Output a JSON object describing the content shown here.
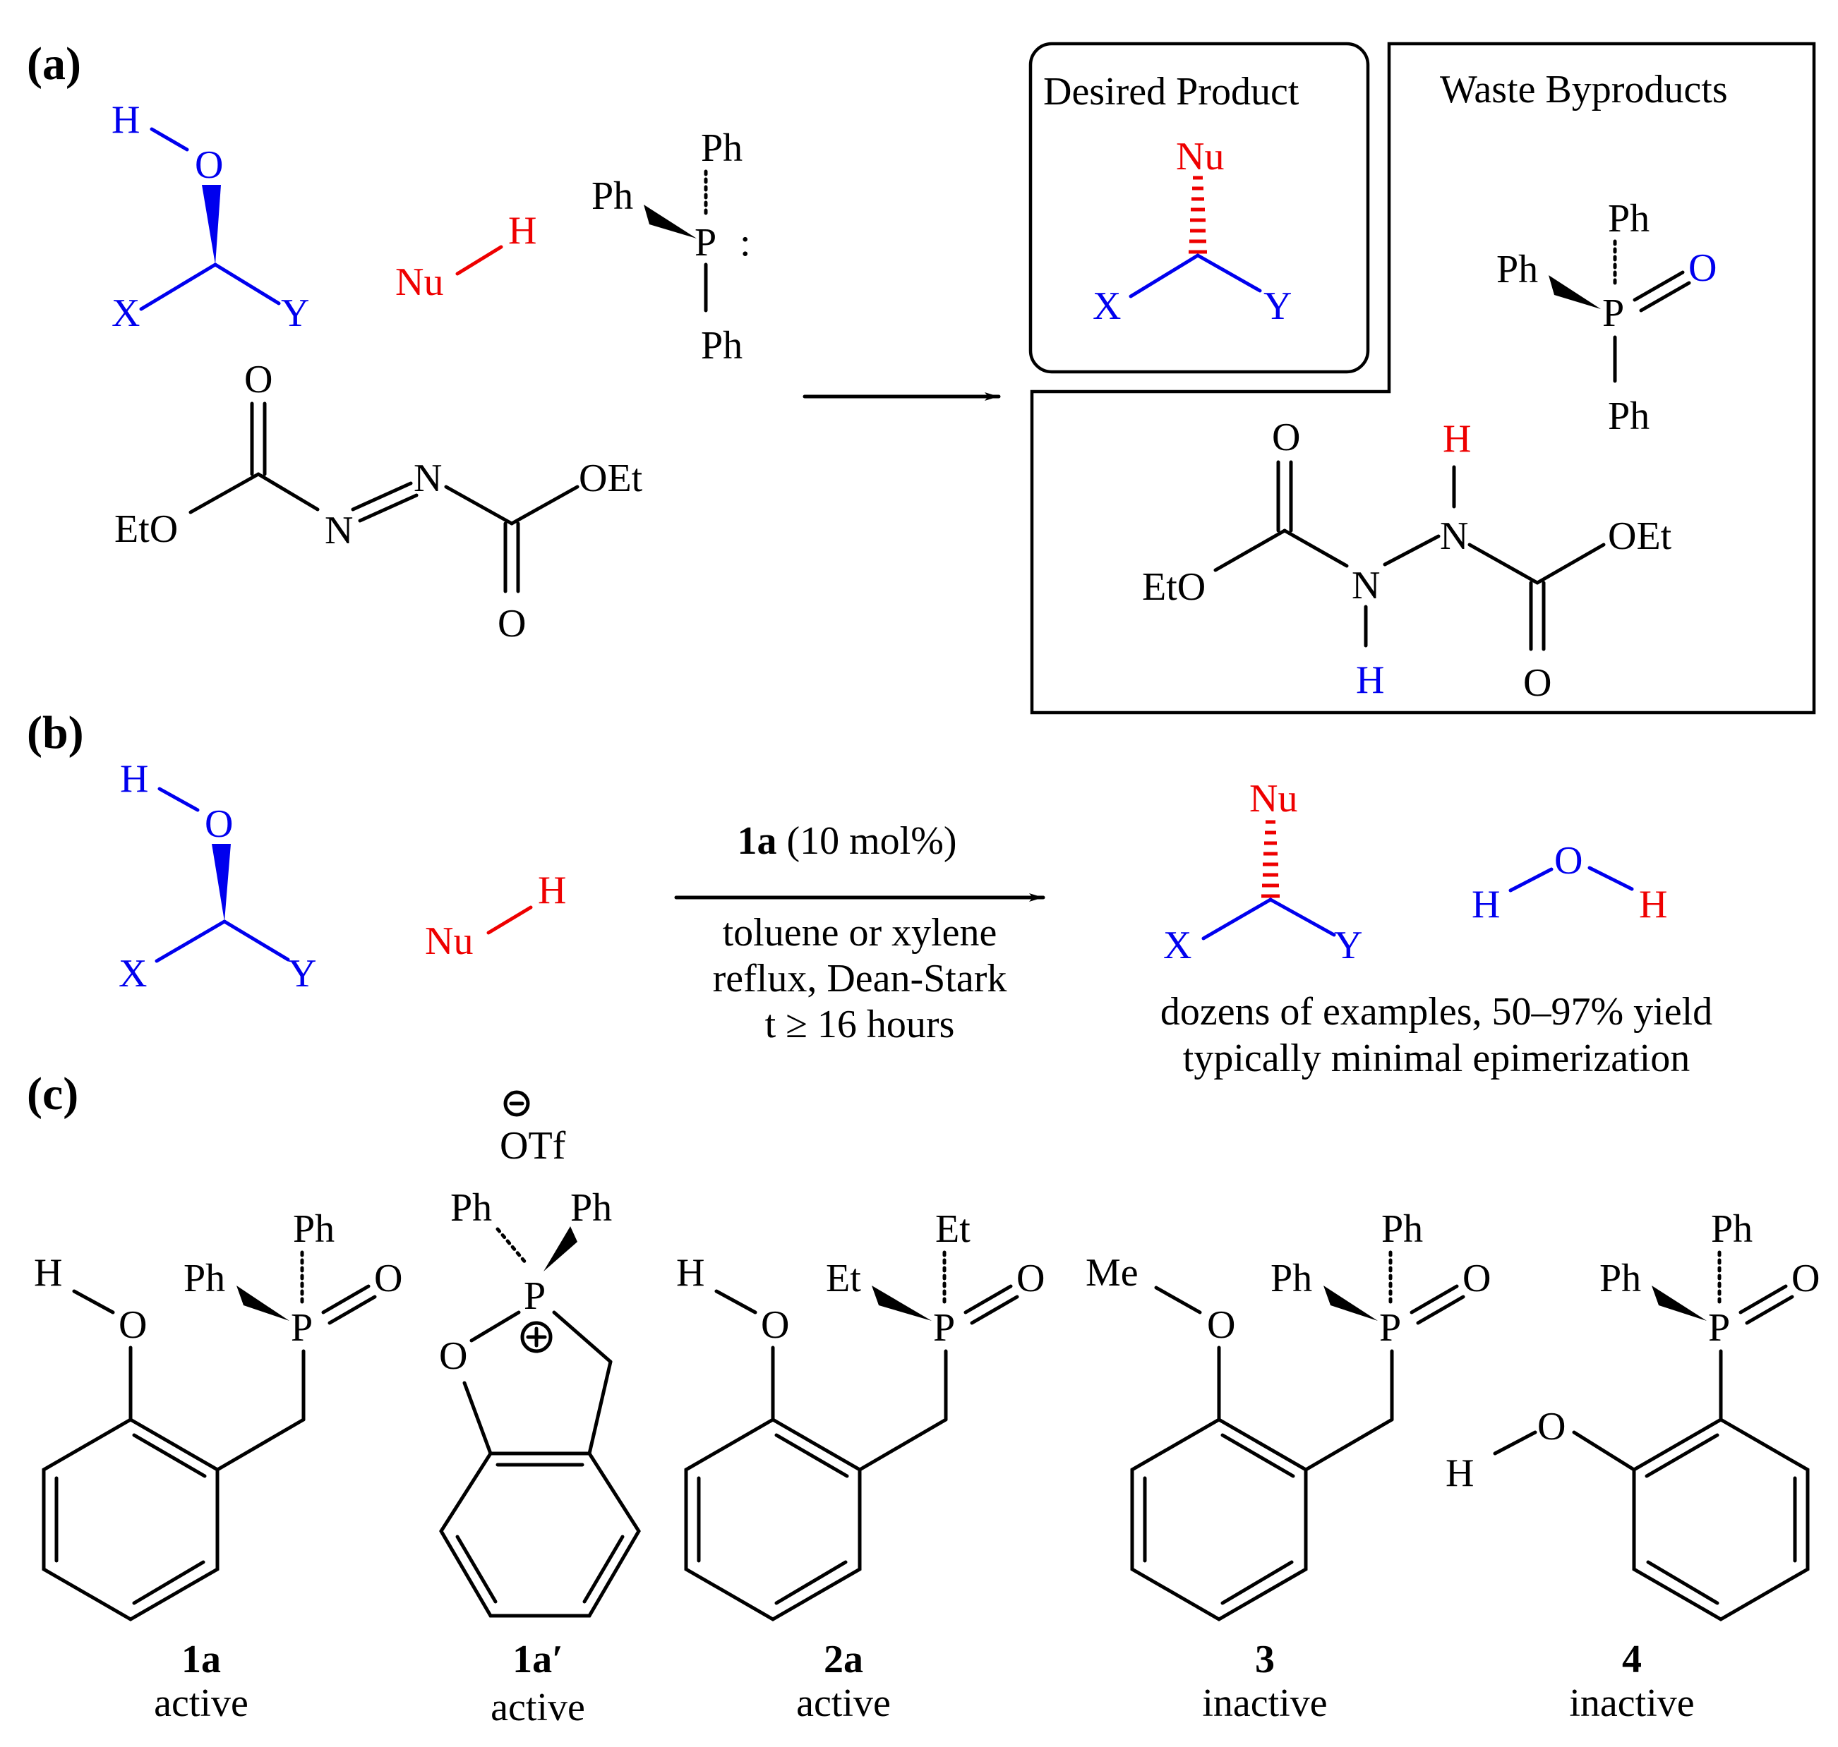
{
  "panels": {
    "a": "(a)",
    "b": "(b)",
    "c": "(c)"
  },
  "boxes": {
    "desired": "Desired Product",
    "waste": "Waste Byproducts"
  },
  "atoms": {
    "H": "H",
    "O": "O",
    "N": "N",
    "P": "P",
    "X": "X",
    "Y": "Y",
    "Nu": "Nu",
    "Ph": "Ph",
    "Et": "Et",
    "Me": "Me",
    "OEt": "OEt",
    "EtO": "EtO",
    "OTf": "OTf",
    "lonepair": ":"
  },
  "conditions": {
    "catalyst_bold": "1a",
    "catalyst_rest": " (10 mol%)",
    "line1": "toluene or xylene",
    "line2": "reflux, Dean-Stark",
    "line3": "t ≥ 16 hours"
  },
  "results": {
    "line1": "dozens of examples, 50–97% yield",
    "line2": "typically minimal epimerization"
  },
  "compounds": [
    {
      "id": "1a",
      "status": "active"
    },
    {
      "id": "1a′",
      "status": "active"
    },
    {
      "id": "2a",
      "status": "active"
    },
    {
      "id": "3",
      "status": "inactive"
    },
    {
      "id": "4",
      "status": "inactive"
    }
  ],
  "colors": {
    "reacting_alcohol": "#0000ee",
    "nucleophile": "#ee0000",
    "skeleton": "#000000"
  }
}
